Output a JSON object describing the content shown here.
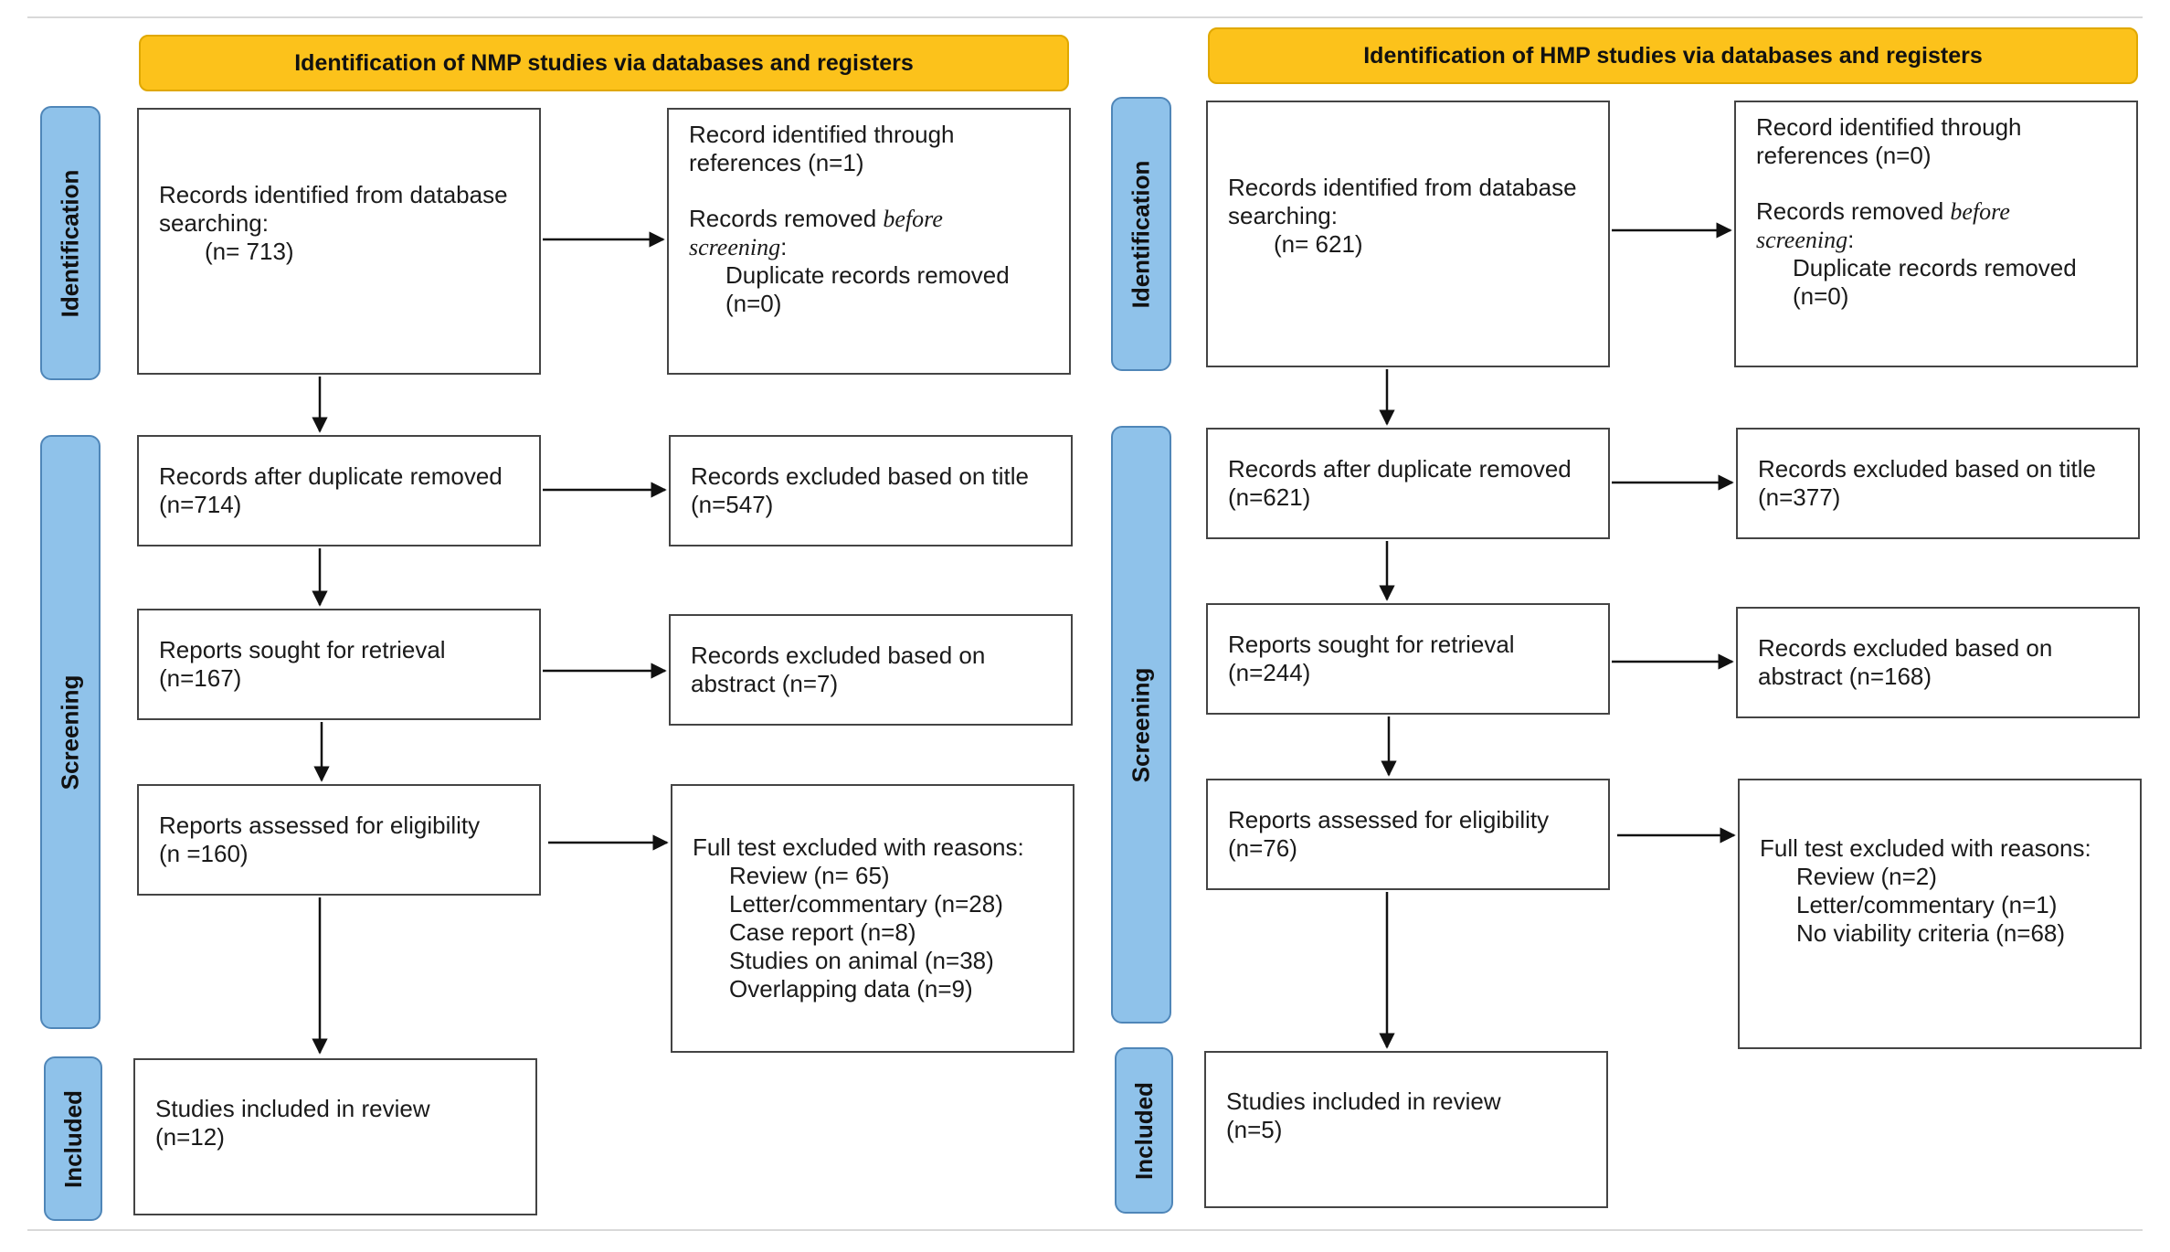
{
  "nmp": {
    "header": "Identification of NMP studies via databases and registers",
    "stages": {
      "identification": "Identification",
      "screening": "Screening",
      "included": "Included"
    },
    "identified": {
      "line1": "Records identified from database",
      "line2": "searching:",
      "count": "(n= 713)"
    },
    "references": {
      "line1": "Record identified through",
      "line2": "references (n=1)",
      "removed_a": "Records removed ",
      "removed_em": "before",
      "removed_b": "screening",
      "removed_c": ":",
      "dup": "Duplicate records removed",
      "dup_n": "(n=0)"
    },
    "after_dup": {
      "line1": "Records after duplicate removed",
      "line2": "(n=714)"
    },
    "excl_title": {
      "line1": "Records excluded based on title",
      "line2": "(n=547)"
    },
    "sought": {
      "line1": "Reports sought for retrieval",
      "line2": "(n=167)"
    },
    "excl_abstract": {
      "line1": "Records excluded based on",
      "line2": "abstract (n=7)"
    },
    "assessed": {
      "line1": "Reports assessed for eligibility",
      "line2": "(n =160)"
    },
    "fulltext": {
      "heading": "Full test excluded with reasons:",
      "reasons": [
        "Review (n= 65)",
        "Letter/commentary (n=28)",
        "Case report (n=8)",
        "Studies on animal (n=38)",
        "Overlapping data (n=9)"
      ]
    },
    "included": {
      "line1": "Studies included in review",
      "line2": "(n=12)"
    }
  },
  "hmp": {
    "header": "Identification of HMP studies via databases and registers",
    "stages": {
      "identification": "Identification",
      "screening": "Screening",
      "included": "Included"
    },
    "identified": {
      "line1": "Records identified from database",
      "line2": "searching:",
      "count": "(n= 621)"
    },
    "references": {
      "line1": "Record identified through",
      "line2": "references (n=0)",
      "removed_a": "Records removed ",
      "removed_em": "before",
      "removed_b": "screening",
      "removed_c": ":",
      "dup": "Duplicate records removed",
      "dup_n": "(n=0)"
    },
    "after_dup": {
      "line1": "Records after duplicate removed",
      "line2": "(n=621)"
    },
    "excl_title": {
      "line1": "Records excluded based on title",
      "line2": "(n=377)"
    },
    "sought": {
      "line1": "Reports sought for retrieval",
      "line2": "(n=244)"
    },
    "excl_abstract": {
      "line1": "Records excluded based on",
      "line2": "abstract (n=168)"
    },
    "assessed": {
      "line1": "Reports assessed for eligibility",
      "line2": "(n=76)"
    },
    "fulltext": {
      "heading": "Full test excluded with reasons:",
      "reasons": [
        "Review (n=2)",
        "Letter/commentary (n=1)",
        "No viability criteria (n=68)"
      ]
    },
    "included": {
      "line1": "Studies included in review",
      "line2": "(n=5)"
    }
  },
  "colors": {
    "header_fill": "#fcc21b",
    "stage_fill": "#8fc2ea",
    "stage_border": "#4f86b8",
    "box_border": "#444444"
  }
}
